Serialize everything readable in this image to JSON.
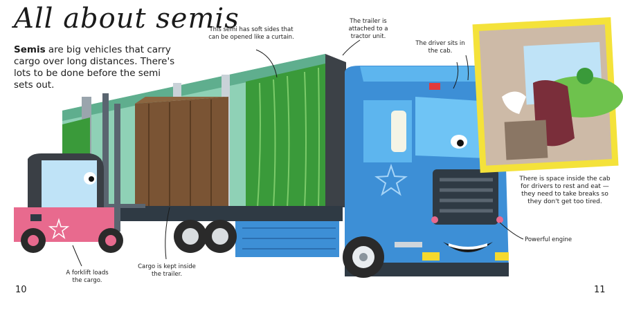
{
  "title": "All about semis",
  "intro": {
    "bold": "Semis",
    "rest": " are big vehicles that carry cargo over long distances. There's lots to be done before the semi sets out."
  },
  "callouts": {
    "curtain": "This semi has soft sides that can be opened like a curtain.",
    "trailer": "The trailer is attached to a tractor unit.",
    "driver": "The driver sits in the cab.",
    "space": "There is space inside the cab for drivers to rest and eat — they need to take breaks so they don't get too tired.",
    "engine": "Powerful engine",
    "cargo": "Cargo is kept inside the trailer.",
    "forklift": "A forklift loads the cargo."
  },
  "page_numbers": {
    "left": "10",
    "right": "11"
  },
  "colors": {
    "cab_blue": "#3d8fd6",
    "cab_light": "#5db5ee",
    "curtain_green": "#3a9a3a",
    "trailer_teal": "#6dbf9e",
    "crate_brown": "#6b4a2e",
    "forklift_pink": "#e86a8e",
    "inset_border": "#f4e23a"
  }
}
